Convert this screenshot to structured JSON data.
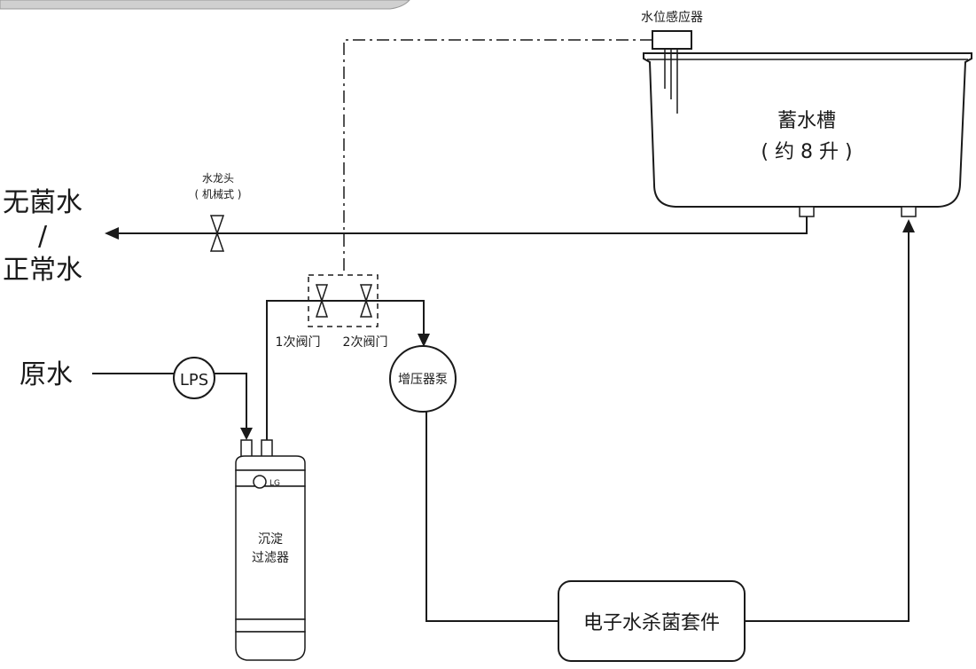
{
  "labels": {
    "sensor": "水位感应器",
    "tank_name": "蓄水槽",
    "tank_capacity": "( 约 8 升 )",
    "faucet_name": "水龙头",
    "faucet_type": "( 机械式 )",
    "outlet_line1": "无菌水",
    "outlet_sep": "/",
    "outlet_line2": "正常水",
    "raw_water": "原水",
    "lps": "LPS",
    "valve1": "1次阀门",
    "valve2": "2次阀门",
    "pump": "增压器泵",
    "filter_line1": "沉淀",
    "filter_line2": "过滤器",
    "filter_logo": "LG",
    "sterilizer": "电子水杀菌套件"
  },
  "colors": {
    "line": "#1a1a1a",
    "panel": "#c8c8c8"
  }
}
